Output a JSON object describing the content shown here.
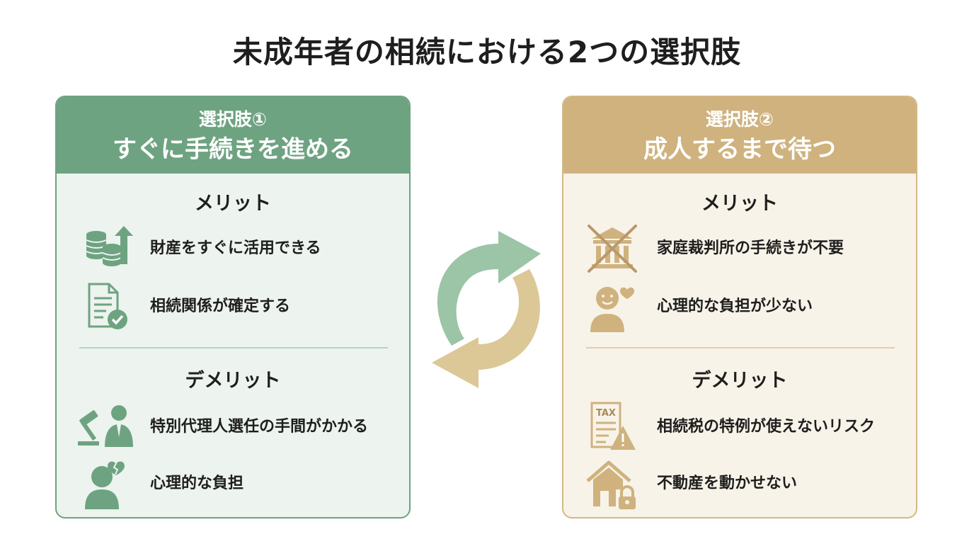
{
  "title": "未成年者の相続における2つの選択肢",
  "colors": {
    "green": "#6ea381",
    "gold": "#cfb27e"
  },
  "options": [
    {
      "number": "選択肢①",
      "name": "すぐに手続きを進める",
      "merit_title": "メリット",
      "merits": [
        {
          "icon": "coins-arrow-up-icon",
          "text": "財産をすぐに活用できる"
        },
        {
          "icon": "document-check-icon",
          "text": "相続関係が確定する"
        }
      ],
      "demerit_title": "デメリット",
      "demerits": [
        {
          "icon": "gavel-lawyer-icon",
          "text": "特別代理人選任の手間がかかる"
        },
        {
          "icon": "broken-heart-person-icon",
          "text": "心理的な負担"
        }
      ]
    },
    {
      "number": "選択肢②",
      "name": "成人するまで待つ",
      "merit_title": "メリット",
      "merits": [
        {
          "icon": "crossed-courthouse-icon",
          "text": "家庭裁判所の手続きが不要"
        },
        {
          "icon": "smiling-person-heart-icon",
          "text": "心理的な負担が少ない"
        }
      ],
      "demerit_title": "デメリット",
      "demerits": [
        {
          "icon": "tax-warning-icon",
          "text": "TAX",
          "label": "相続税の特例が使えないリスク"
        },
        {
          "icon": "house-lock-icon",
          "text": "不動産を動かせない"
        }
      ]
    }
  ]
}
